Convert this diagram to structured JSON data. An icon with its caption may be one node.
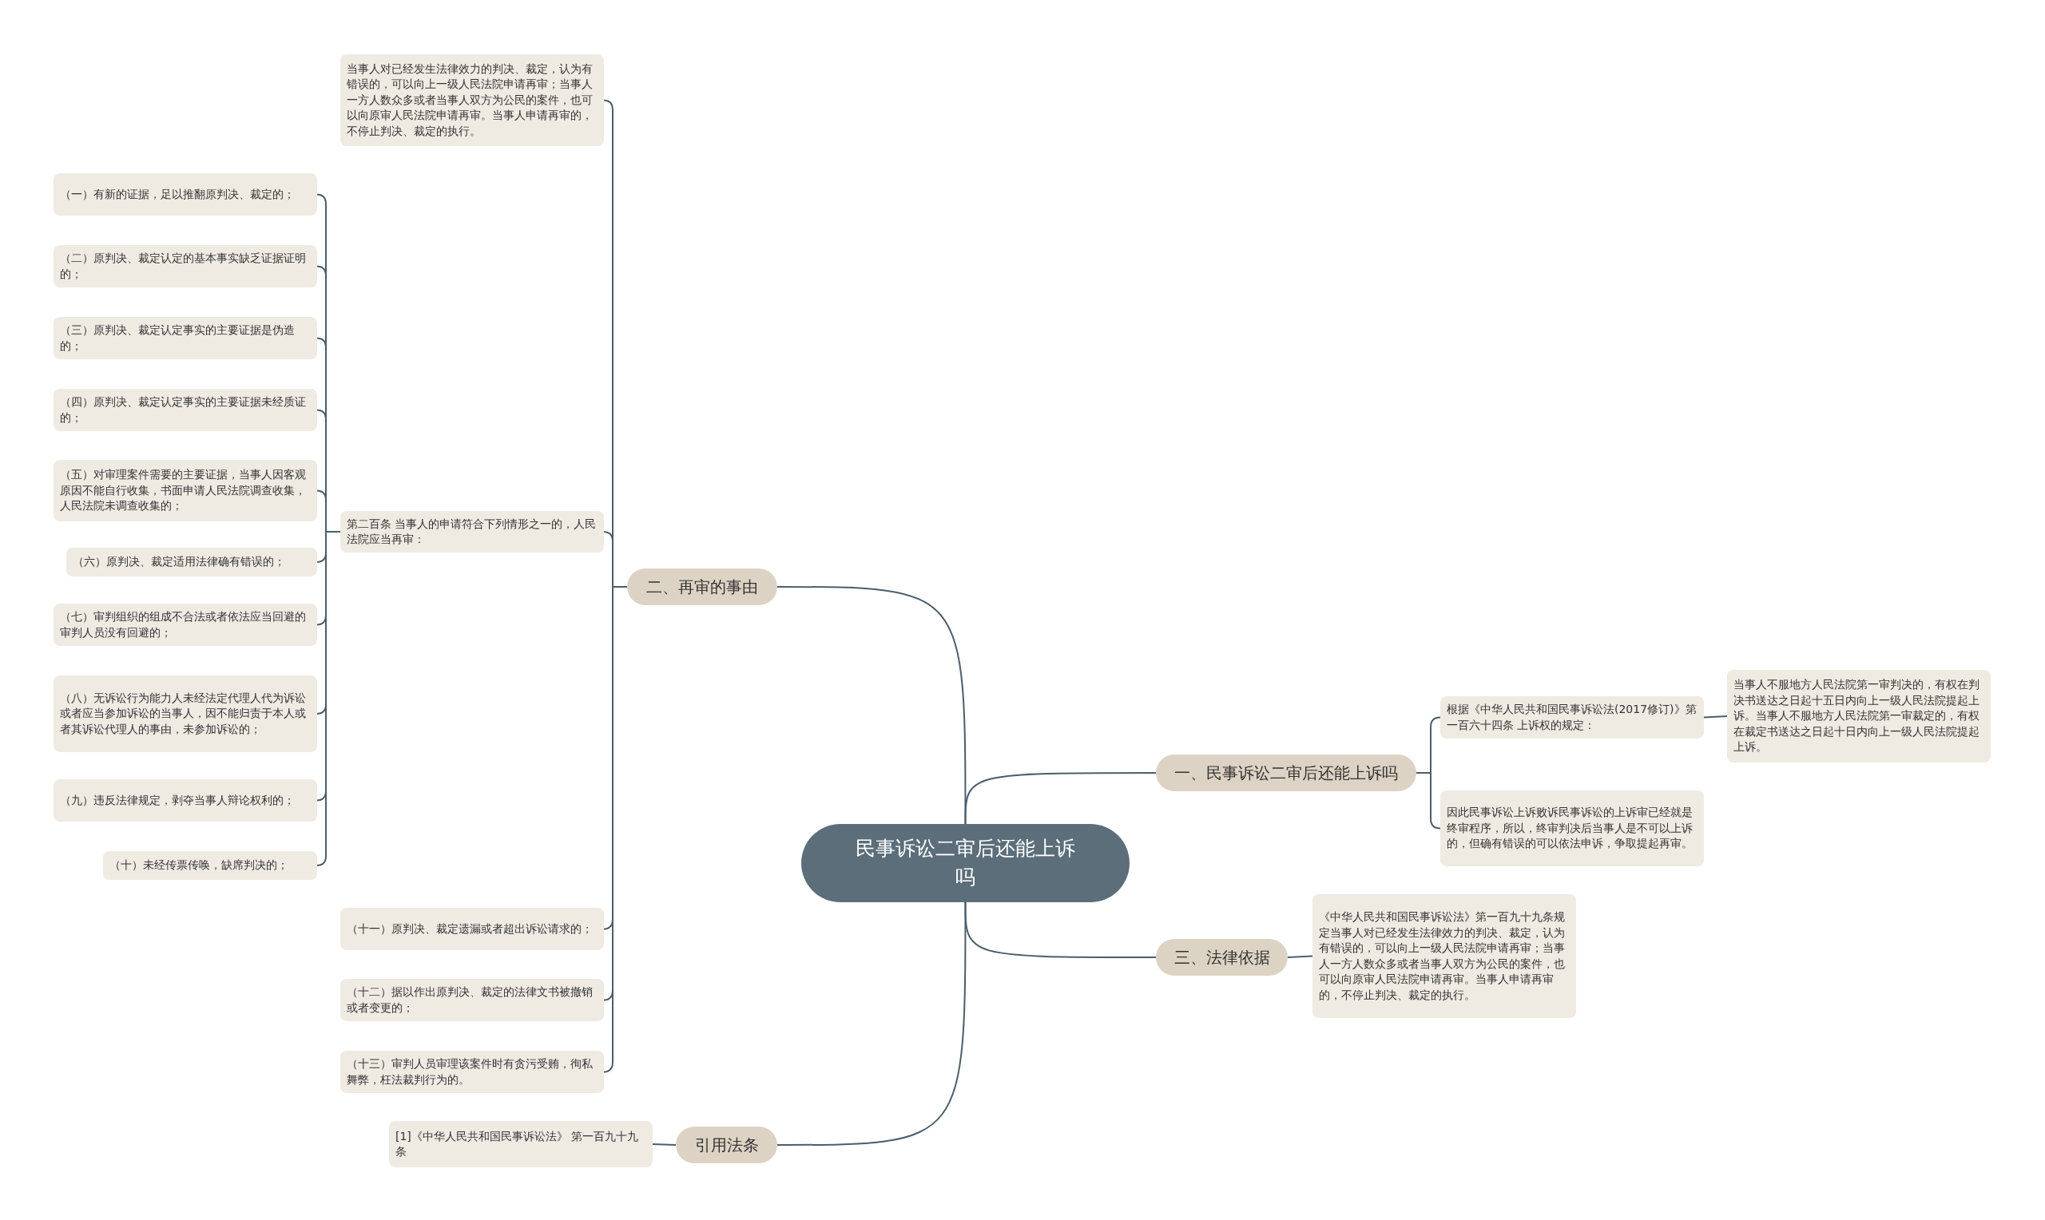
{
  "diagram": {
    "nodes": [
      {
        "text": [
          "民事诉讼二审后还能上诉吗"
        ]
      },
      {
        "text": [
          "二、再审的事由"
        ]
      },
      {
        "text": [
          "当事人对已经发生法律效力的判决、裁定，认为有错误的，可以向上一级人民法院申请再审；当事人一方人数众多或者当事人双方为公民的案件，也可以向原审人民法院申请再审。当事人申请再审的，不停止判决、裁定的执行。"
        ]
      },
      {
        "text": [
          "第二百条 当事人的申请符合下列情形之一的，人民法院应当再审："
        ]
      },
      {
        "text": [
          "（一）有新的证据，足以推翻原判决、裁定的；"
        ]
      },
      {
        "text": [
          "（二）原判决、裁定认定的基本事实缺乏证据证明的；"
        ]
      },
      {
        "text": [
          "（三）原判决、裁定认定事实的主要证据是伪造的；"
        ]
      },
      {
        "text": [
          "（四）原判决、裁定认定事实的主要证据未经质证的；"
        ]
      },
      {
        "text": [
          "（五）对审理案件需要的主要证据，当事人因客观原因不能自行收集，书面申请人民法院调查收集，人民法院未调查收集的；"
        ]
      },
      {
        "text": [
          "（六）原判决、裁定适用法律确有错误的；"
        ]
      },
      {
        "text": [
          "（七）审判组织的组成不合法或者依法应当回避的审判人员没有回避的；"
        ]
      },
      {
        "text": [
          "（八）无诉讼行为能力人未经法定代理人代为诉讼或者应当参加诉讼的当事人，因不能归责于本人或者其诉讼代理人的事由，未参加诉讼的；"
        ]
      },
      {
        "text": [
          "（九）违反法律规定，剥夺当事人辩论权利的；"
        ]
      },
      {
        "text": [
          "（十）未经传票传唤，缺席判决的；"
        ]
      },
      {
        "text": [
          "（十一）原判决、裁定遗漏或者超出诉讼请求的；"
        ]
      },
      {
        "text": [
          "（十二）据以作出原判决、裁定的法律文书被撤销或者变更的；"
        ]
      },
      {
        "text": [
          "（十三）审判人员审理该案件时有贪污受贿，徇私舞弊，枉法裁判行为的。"
        ]
      },
      {
        "text": [
          "一、民事诉讼二审后还能上诉吗"
        ]
      },
      {
        "text": [
          "根据《中华人民共和国民事诉讼法(2017修订)》第一百六十四条 上诉权的规定："
        ]
      },
      {
        "text": [
          "当事人不服地方人民法院第一审判决的，有权在判决书送达之日起十五日内向上一级人民法院提起上诉。当事人不服地方人民法院第一审裁定的，有权在裁定书送达之日起十日内向上一级人民法院提起上诉。"
        ]
      },
      {
        "text": [
          "因此民事诉讼上诉败诉民事诉讼的上诉审已经就是终审程序，所以，终审判决后当事人是不可以上诉的，但确有错误的可以依法申诉，争取提起再审。"
        ]
      },
      {
        "text": [
          "三、法律依据"
        ]
      },
      {
        "text": [
          "《中华人民共和国民事诉讼法》第一百九十九条规定当事人对已经发生法律效力的判决、裁定，认为有错误的，可以向上一级人民法院申请再审；当事人一方人数众多或者当事人双方为公民的案件，也可以向原审人民法院申请再审。当事人申请再审的，不停止判决、裁定的执行。"
        ]
      },
      {
        "text": [
          "引用法条"
        ]
      },
      {
        "text": [
          "[1]《中华人民共和国民事诉讼法》 第一百九十九条"
        ]
      }
    ],
    "edges": [
      {
        "from": 0,
        "to": 1,
        "arrow": "none"
      },
      {
        "from": 1,
        "to": 2,
        "arrow": "none"
      },
      {
        "from": 1,
        "to": 3,
        "arrow": "none"
      },
      {
        "from": 3,
        "to": 4,
        "arrow": "none"
      },
      {
        "from": 3,
        "to": 5,
        "arrow": "none"
      },
      {
        "from": 3,
        "to": 6,
        "arrow": "none"
      },
      {
        "from": 3,
        "to": 7,
        "arrow": "none"
      },
      {
        "from": 3,
        "to": 8,
        "arrow": "none"
      },
      {
        "from": 3,
        "to": 9,
        "arrow": "none"
      },
      {
        "from": 3,
        "to": 10,
        "arrow": "none"
      },
      {
        "from": 3,
        "to": 11,
        "arrow": "none"
      },
      {
        "from": 3,
        "to": 12,
        "arrow": "none"
      },
      {
        "from": 3,
        "to": 13,
        "arrow": "none"
      },
      {
        "from": 1,
        "to": 14,
        "arrow": "none"
      },
      {
        "from": 1,
        "to": 15,
        "arrow": "none"
      },
      {
        "from": 1,
        "to": 16,
        "arrow": "none"
      },
      {
        "from": 0,
        "to": 17,
        "arrow": "none"
      },
      {
        "from": 17,
        "to": 18,
        "arrow": "none"
      },
      {
        "from": 18,
        "to": 19,
        "arrow": "none"
      },
      {
        "from": 17,
        "to": 20,
        "arrow": "none"
      },
      {
        "from": 0,
        "to": 21,
        "arrow": "none"
      },
      {
        "from": 21,
        "to": 22,
        "arrow": "none"
      },
      {
        "from": 0,
        "to": 23,
        "arrow": "none"
      },
      {
        "from": 23,
        "to": 24,
        "arrow": "none"
      }
    ]
  }
}
